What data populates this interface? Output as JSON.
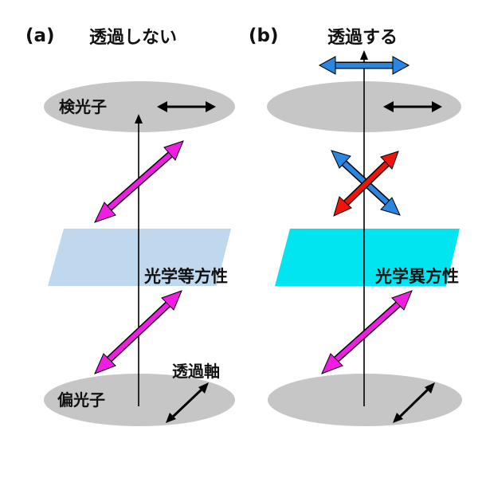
{
  "panel_a": {
    "letter": "(a)",
    "title": "透過しない",
    "analyzer_label": "検光子",
    "medium_label": "光学等方性",
    "polarizer_label": "偏光子",
    "axis_label": "透過軸"
  },
  "panel_b": {
    "letter": "(b)",
    "title": "透過する",
    "medium_label": "光学異方性"
  },
  "colors": {
    "ellipse": "#c6c6c6",
    "isotropic_medium": "#bfd8ee",
    "anisotropic_medium": "#00e5f0",
    "polarization_arrow": "#f01ee3",
    "birefringence_arrow_red": "#f0140f",
    "birefringence_arrow_blue": "#2a86de",
    "axis_arrow": "#000000"
  }
}
